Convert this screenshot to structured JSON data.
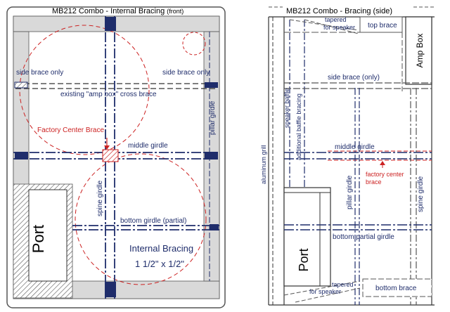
{
  "front": {
    "title": "MB212 Combo - Internal Bracing",
    "title_note": "(front)",
    "side_brace_left": "side brace only",
    "side_brace_right": "side brace only",
    "amp_box_cross_brace": "existing \"amp box\" cross brace",
    "pillar_girdle": "pillar girdle",
    "factory_center_brace": "Factory Center Brace",
    "middle_girdle": "middle girdle",
    "spine_girdle": "spine girdle",
    "bottom_girdle": "bottom girdle (partial)",
    "port": "Port",
    "internal_bracing": "Internal Bracing",
    "bracing_size": "1 1/2\" x 1/2\""
  },
  "side": {
    "title": "MB212 Combo - Bracing (side)",
    "tapered_top": [
      "tapered",
      "for speaker"
    ],
    "top_brace": "top brace",
    "amp_box": "Amp Box",
    "side_brace": "side brace (only)",
    "speaker_baffle": "speaker baffle",
    "additional_baffle_bracing": "additional baffle bracing",
    "aluminum_grill": "aluminum grill",
    "middle_girdle": "middle girdle",
    "pillar_girdle": "pillar girdle",
    "factory_center_brace": [
      "factory center",
      "brace"
    ],
    "spine_girdle": "spine girdle",
    "bottom_partial_girdle": "bottom partial girdle",
    "port": "Port",
    "tapered_bottom": [
      "tapered",
      "for speaker"
    ],
    "bottom_brace": "bottom brace"
  },
  "colors": {
    "brace": "#1f2d6b",
    "accent": "#cc2222",
    "panel": "#d9d9d9",
    "outline": "#333333"
  }
}
